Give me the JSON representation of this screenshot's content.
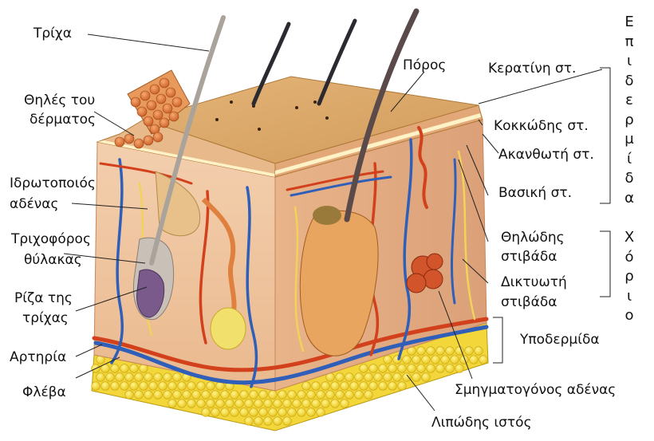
{
  "labels": {
    "hair": "Τρίχα",
    "dermal_papillae_1": "Θηλές του",
    "dermal_papillae_2": "δέρματος",
    "sweat_gland_1": "Ιδρωτοποιός",
    "sweat_gland_2": "αδένας",
    "hair_follicle_1": "Τριχοφόρος",
    "hair_follicle_2": "θύλακας",
    "hair_root_1": "Ρίζα της",
    "hair_root_2": "τρίχας",
    "artery": "Αρτηρία",
    "vein": "Φλέβα",
    "pore": "Πόρος",
    "stratum_corneum": "Κερατίνη στ.",
    "stratum_granulosum": "Κοκκώδης στ.",
    "stratum_spinosum": "Ακανθωτή στ.",
    "stratum_basale": "Βασική στ.",
    "papillary_layer_1": "Θηλώδης",
    "papillary_layer_2": "στιβάδα",
    "reticular_layer_1": "Δικτυωτή",
    "reticular_layer_2": "στιβάδα",
    "hypodermis": "Υποδερμίδα",
    "sebaceous_gland": "Σμηγματογόνος αδένας",
    "adipose_tissue": "Λιπώδης ιστός",
    "epidermis_vertical": "Επιδερμίδα",
    "dermis_vertical": "Χόριο"
  }
}
